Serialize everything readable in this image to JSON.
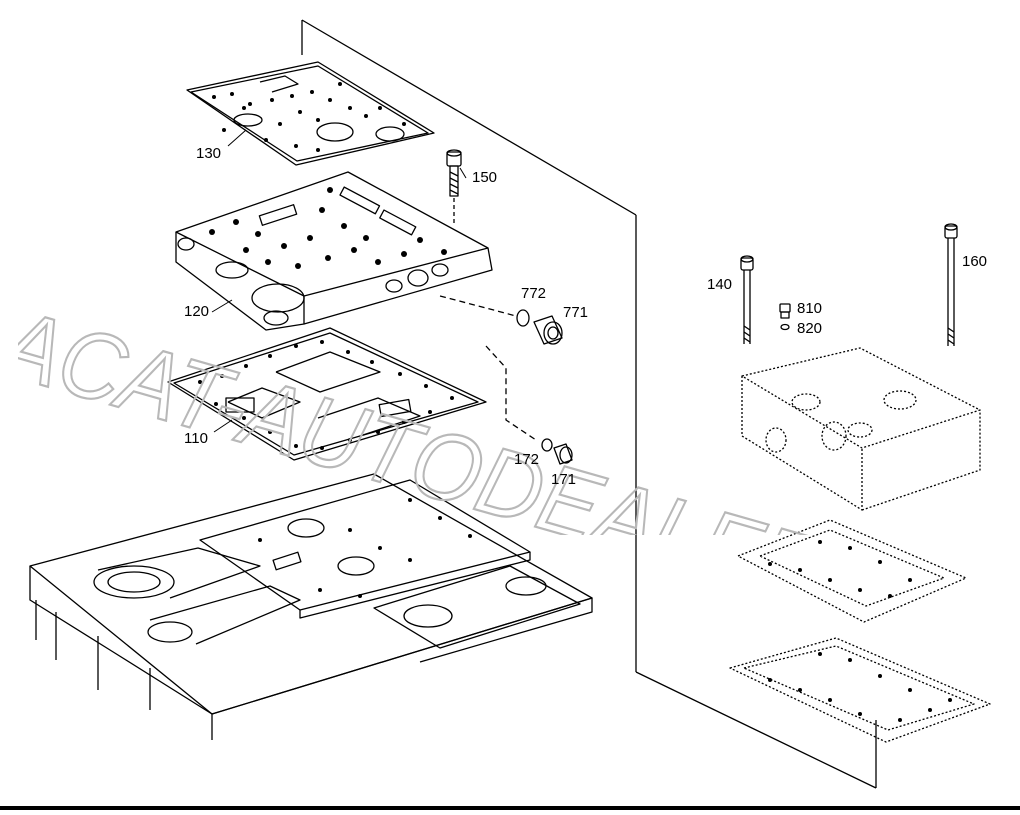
{
  "watermark": {
    "text": "ACAT-AUTODEALER.RU"
  },
  "callouts": {
    "c130": "130",
    "c150": "150",
    "c120": "120",
    "c772": "772",
    "c771": "771",
    "c110": "110",
    "c172": "172",
    "c171": "171",
    "c140": "140",
    "c160": "160",
    "c810": "810",
    "c820": "820"
  }
}
